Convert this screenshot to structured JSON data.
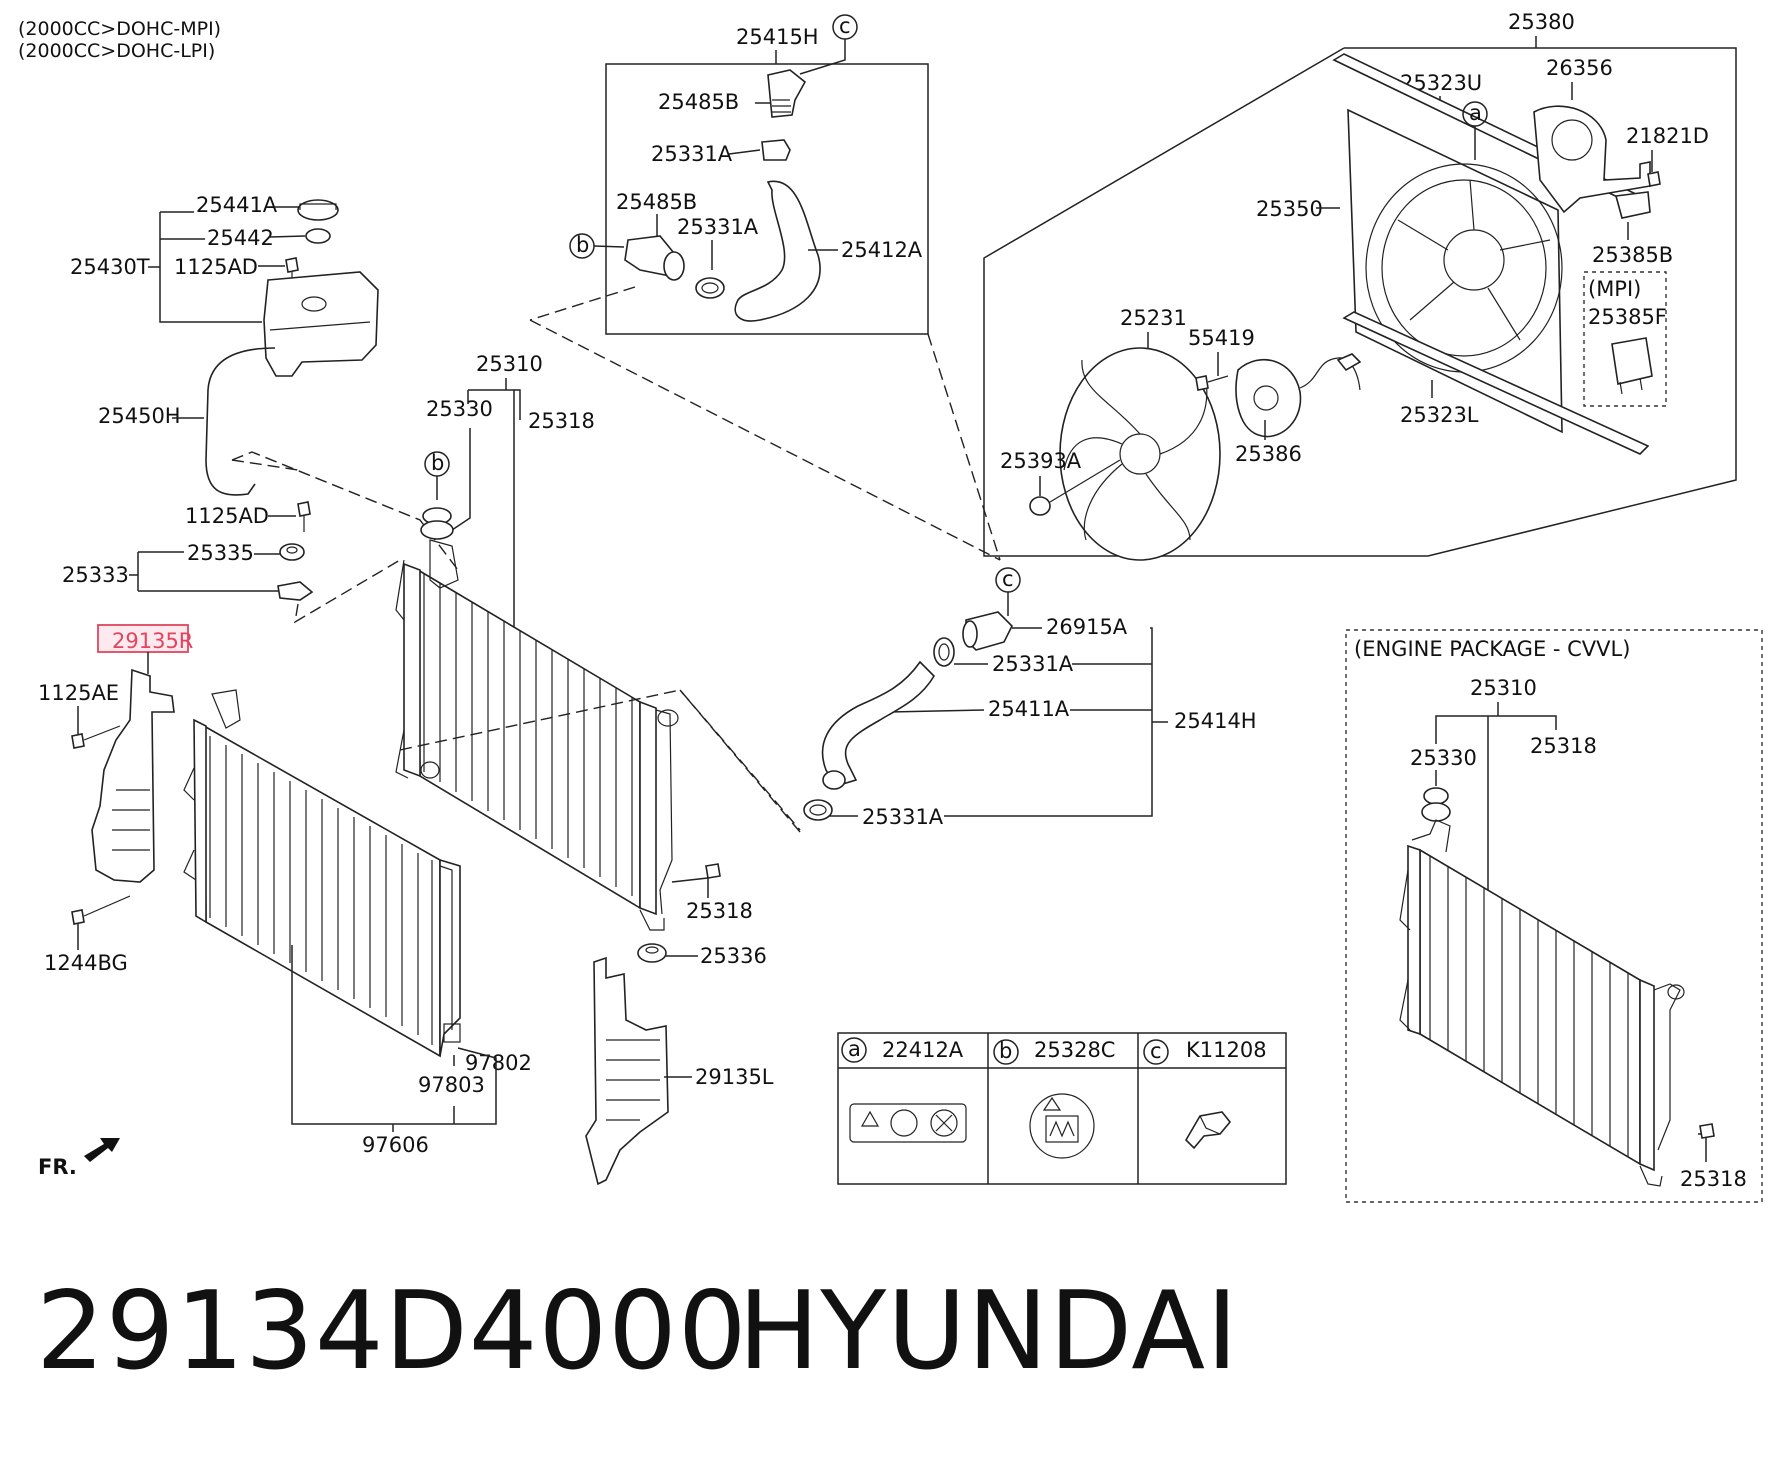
{
  "header_notes": [
    "(2000CC>DOHC-MPI)",
    "(2000CC>DOHC-LPI)"
  ],
  "part_labels": {
    "p25415H": "25415H",
    "p25485B_top": "25485B",
    "p25331A_top": "25331A",
    "p25485B_mid": "25485B",
    "p25331A_mid": "25331A",
    "p25412A": "25412A",
    "p25441A": "25441A",
    "p25442": "25442",
    "p25430T": "25430T",
    "p1125AD_top": "1125AD",
    "p25450H": "25450H",
    "p1125AD_mid": "1125AD",
    "p25335": "25335",
    "p25333": "25333",
    "p29135R": "29135R",
    "p1125AE": "1125AE",
    "p1244BG": "1244BG",
    "p25310": "25310",
    "p25330": "25330",
    "p25318_a": "25318",
    "p25318_b": "25318",
    "p25336": "25336",
    "p29135L": "29135L",
    "p97802": "97802",
    "p97803": "97803",
    "p97606": "97606",
    "p25380": "25380",
    "p25323U": "25323U",
    "p26356": "26356",
    "p21821D": "21821D",
    "p25350": "25350",
    "p25385B": "25385B",
    "p_mpi": "(MPI)",
    "p25385F": "25385F",
    "p25231": "25231",
    "p55419": "55419",
    "p25323L": "25323L",
    "p25393A": "25393A",
    "p25386": "25386",
    "p26915A": "26915A",
    "p25331A_r1": "25331A",
    "p25411A": "25411A",
    "p25414H": "25414H",
    "p25331A_r2": "25331A",
    "p_engine_pkg": "(ENGINE PACKAGE - CVVL)",
    "p25310_cvvl": "25310",
    "p25330_cvvl": "25330",
    "p25318_cvvl_a": "25318",
    "p25318_cvvl_b": "25318",
    "fr": "FR."
  },
  "callouts": {
    "a": "a",
    "b": "b",
    "c": "c"
  },
  "legend": [
    {
      "letter": "a",
      "part": "22412A"
    },
    {
      "letter": "b",
      "part": "25328C"
    },
    {
      "letter": "c",
      "part": "K11208"
    }
  ],
  "highlighted_part": "29135R",
  "footer": {
    "part_number": "29134D4000",
    "brand": "HYUNDAI"
  },
  "colors": {
    "highlight": "#e0455f",
    "highlight_fill": "#fde9ee",
    "ink": "#111111"
  }
}
